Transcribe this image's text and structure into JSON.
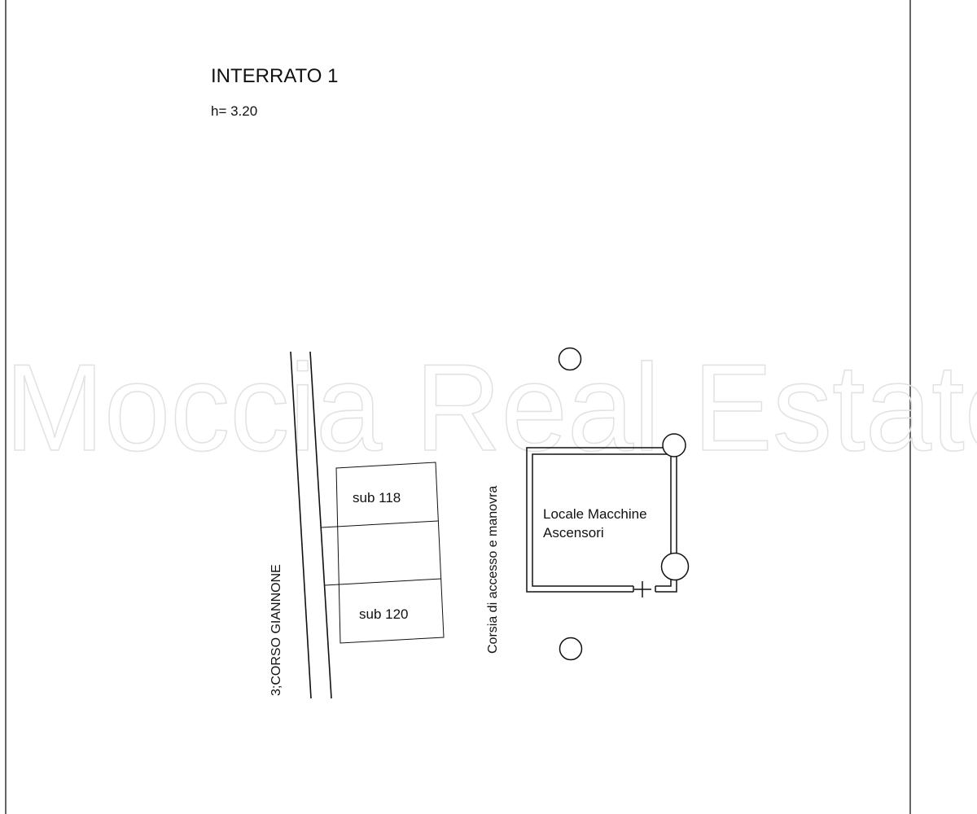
{
  "header": {
    "title": "INTERRATO 1",
    "height_label": "h= 3.20"
  },
  "street": {
    "label": "3;CORSO GIANNONE"
  },
  "corridor": {
    "label": "Corsia di accesso e manovra"
  },
  "units": [
    {
      "label": "sub 118"
    },
    {
      "label": ""
    },
    {
      "label": "sub 120"
    }
  ],
  "machine_room": {
    "line1": "Locale Macchine",
    "line2": "Ascensori"
  },
  "watermark": {
    "text": "Moccia Real Estate"
  },
  "colors": {
    "line": "#111111",
    "watermark": "#e2e2e2",
    "background": "#ffffff"
  }
}
